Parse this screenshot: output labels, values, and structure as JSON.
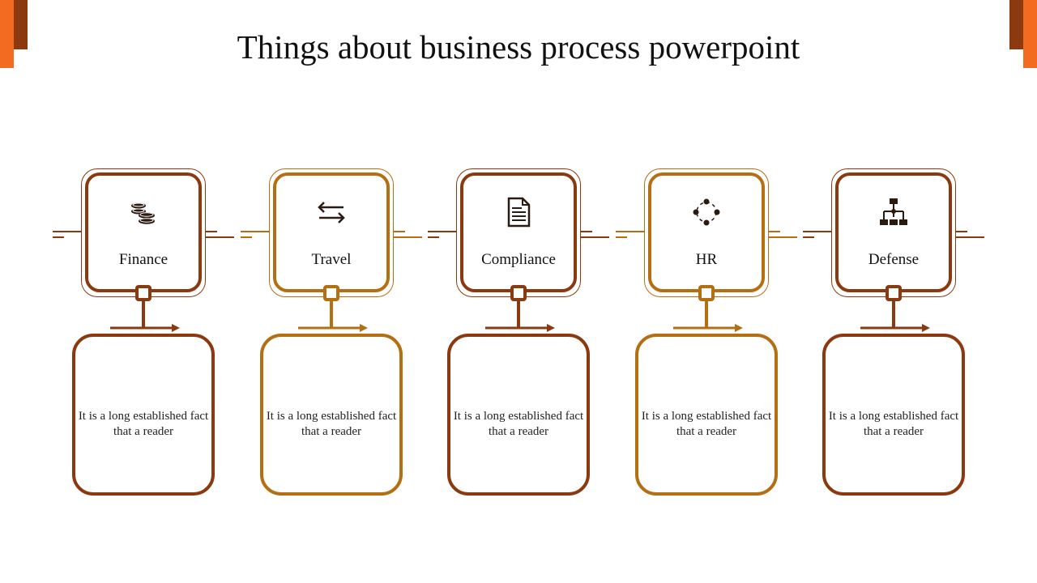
{
  "title": "Things about business process powerpoint",
  "colors": {
    "bar_bright": "#f26b21",
    "bar_dark": "#8b3a0f",
    "brown": "#8b3a0f",
    "gold": "#b36f12"
  },
  "steps": [
    {
      "label": "Finance",
      "icon": "coins-icon",
      "color": "brown",
      "description": "It is a long established fact that a reader"
    },
    {
      "label": "Travel",
      "icon": "exchange-arrows-icon",
      "color": "gold",
      "description": "It is a long established fact that a reader"
    },
    {
      "label": "Compliance",
      "icon": "document-icon",
      "color": "brown",
      "description": "It is a long established fact that a reader"
    },
    {
      "label": "HR",
      "icon": "circle-nodes-icon",
      "color": "gold",
      "description": "It is a long established fact that a reader"
    },
    {
      "label": "Defense",
      "icon": "hierarchy-icon",
      "color": "brown",
      "description": "It is a long established fact that a reader"
    }
  ]
}
